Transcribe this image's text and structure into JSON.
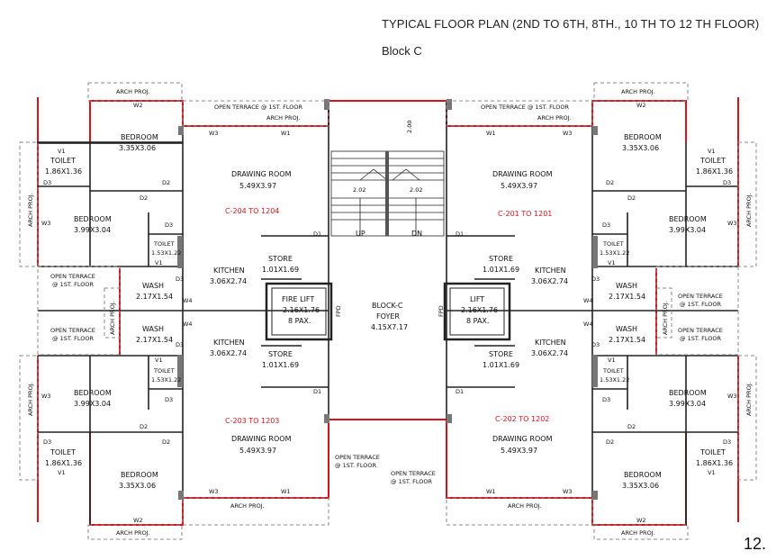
{
  "header": {
    "title": "TYPICAL FLOOR PLAN (2ND TO 6TH, 8TH., 10 TH TO 12 TH FLOOR)",
    "subtitle": "Block C"
  },
  "page_number": "12.",
  "colors": {
    "wall": "#222222",
    "accent": "#d8141b",
    "dash": "#888888"
  },
  "labels": {
    "arch_proj": "ARCH PROJ.",
    "open_terrace_1st": "OPEN TERRACE @ 1ST. FLOOR",
    "open_terrace_a": "OPEN TERRACE",
    "open_terrace_b": "@ 1ST. FLOOR",
    "bedroom": "BEDROOM",
    "bed_dim_a": "3.35X3.06",
    "bed_dim_b": "3.99X3.04",
    "toilet": "TOILET",
    "toilet_dim_a": "1.86X1.36",
    "toilet_dim_b": "1.53X1.22",
    "drawing": "DRAWING ROOM",
    "drawing_dim": "5.49X3.97",
    "kitchen": "KITCHEN",
    "kitchen_dim": "3.06X2.74",
    "store": "STORE",
    "store_dim": "1.01X1.69",
    "wash": "WASH",
    "wash_dim": "2.17X1.54",
    "fire_lift": "FIRE LIFT",
    "lift": "LIFT",
    "lift_dim": "2.16X1.76",
    "lift_pax": "8 PAX.",
    "foyer_a": "BLOCK-C",
    "foyer_b": "FOYER",
    "foyer_dim": "4.15X7.17",
    "up": "UP",
    "dn": "DN",
    "stair_w": "2.02",
    "stair_h": "2.00",
    "fpd": "FPD",
    "units": {
      "tl": "C-204 TO 1204",
      "tr": "C-201 TO 1201",
      "bl": "C-203 TO 1203",
      "br": "C-202 TO 1202"
    },
    "tags": {
      "d1": "D1",
      "d2": "D2",
      "d3": "D3",
      "w1": "W1",
      "w2": "W2",
      "w3": "W3",
      "w4": "W4",
      "v1": "V1"
    }
  }
}
